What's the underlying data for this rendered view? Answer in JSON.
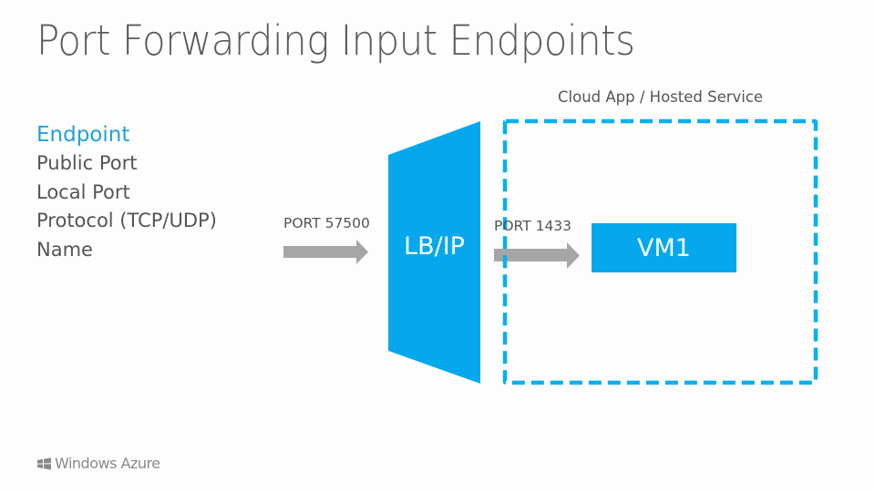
{
  "title": "Port Forwarding Input Endpoints",
  "endpoint": {
    "heading": "Endpoint",
    "properties": [
      "Public Port",
      "Local Port",
      "Protocol (TCP/UDP)",
      "Name"
    ]
  },
  "diagram": {
    "public_port_label": "PORT 57500",
    "load_balancer_label": "LB/IP",
    "local_port_label": "PORT 1433",
    "cloud_service_label": "Cloud App / Hosted Service",
    "vm_label": "VM1",
    "colors": {
      "accent": "#05a8ed",
      "arrow": "#a6a6a6",
      "text": "#555555"
    }
  },
  "footer": {
    "logo_text": "Windows Azure"
  }
}
